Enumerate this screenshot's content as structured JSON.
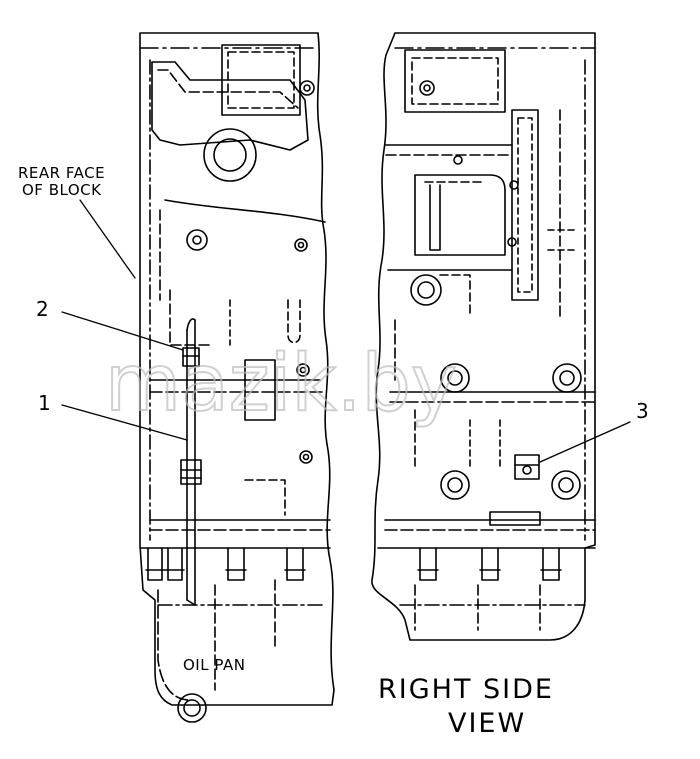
{
  "labels": {
    "rear_face_line1": "REAR FACE",
    "rear_face_line2": "OF BLOCK",
    "callout_1": "1",
    "callout_2": "2",
    "callout_3": "3",
    "oil_pan": "OIL PAN",
    "view_line1": "RIGHT SIDE",
    "view_line2": "VIEW"
  },
  "watermark": "mazik.by",
  "colors": {
    "line": "#000000",
    "watermark": "#bdbdbd"
  }
}
